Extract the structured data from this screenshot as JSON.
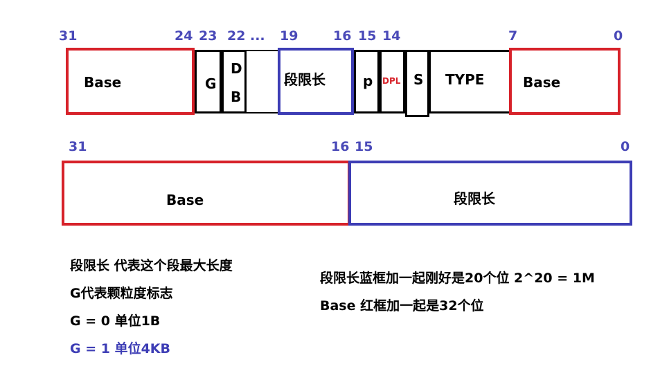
{
  "top_row": {
    "bit_numbers": [
      "31",
      "24",
      "23",
      "22",
      "...",
      "19",
      "16",
      "15",
      "14",
      "7",
      "0"
    ],
    "fields": {
      "base_high": "Base",
      "g": "G",
      "db_d": "D",
      "db_b": "B",
      "limit": "段限长",
      "p": "p",
      "dpl": "DPL",
      "s": "S",
      "type": "TYPE",
      "base_low": "Base"
    }
  },
  "bottom_row": {
    "bit_numbers": [
      "31",
      "16",
      "15",
      "0"
    ],
    "fields": {
      "base": "Base",
      "limit": "段限长"
    }
  },
  "notes_left": [
    "段限长    代表这个段最大长度",
    "G代表颗粒度标志",
    "G  = 0       单位1B",
    "G  = 1     单位4KB"
  ],
  "notes_right": [
    "段限长蓝框加一起刚好是20个位  2^20  =  1M",
    "Base  红框加一起是32个位"
  ],
  "colors": {
    "red": "#d7222a",
    "blue": "#3d3db5",
    "black": "#000000"
  }
}
